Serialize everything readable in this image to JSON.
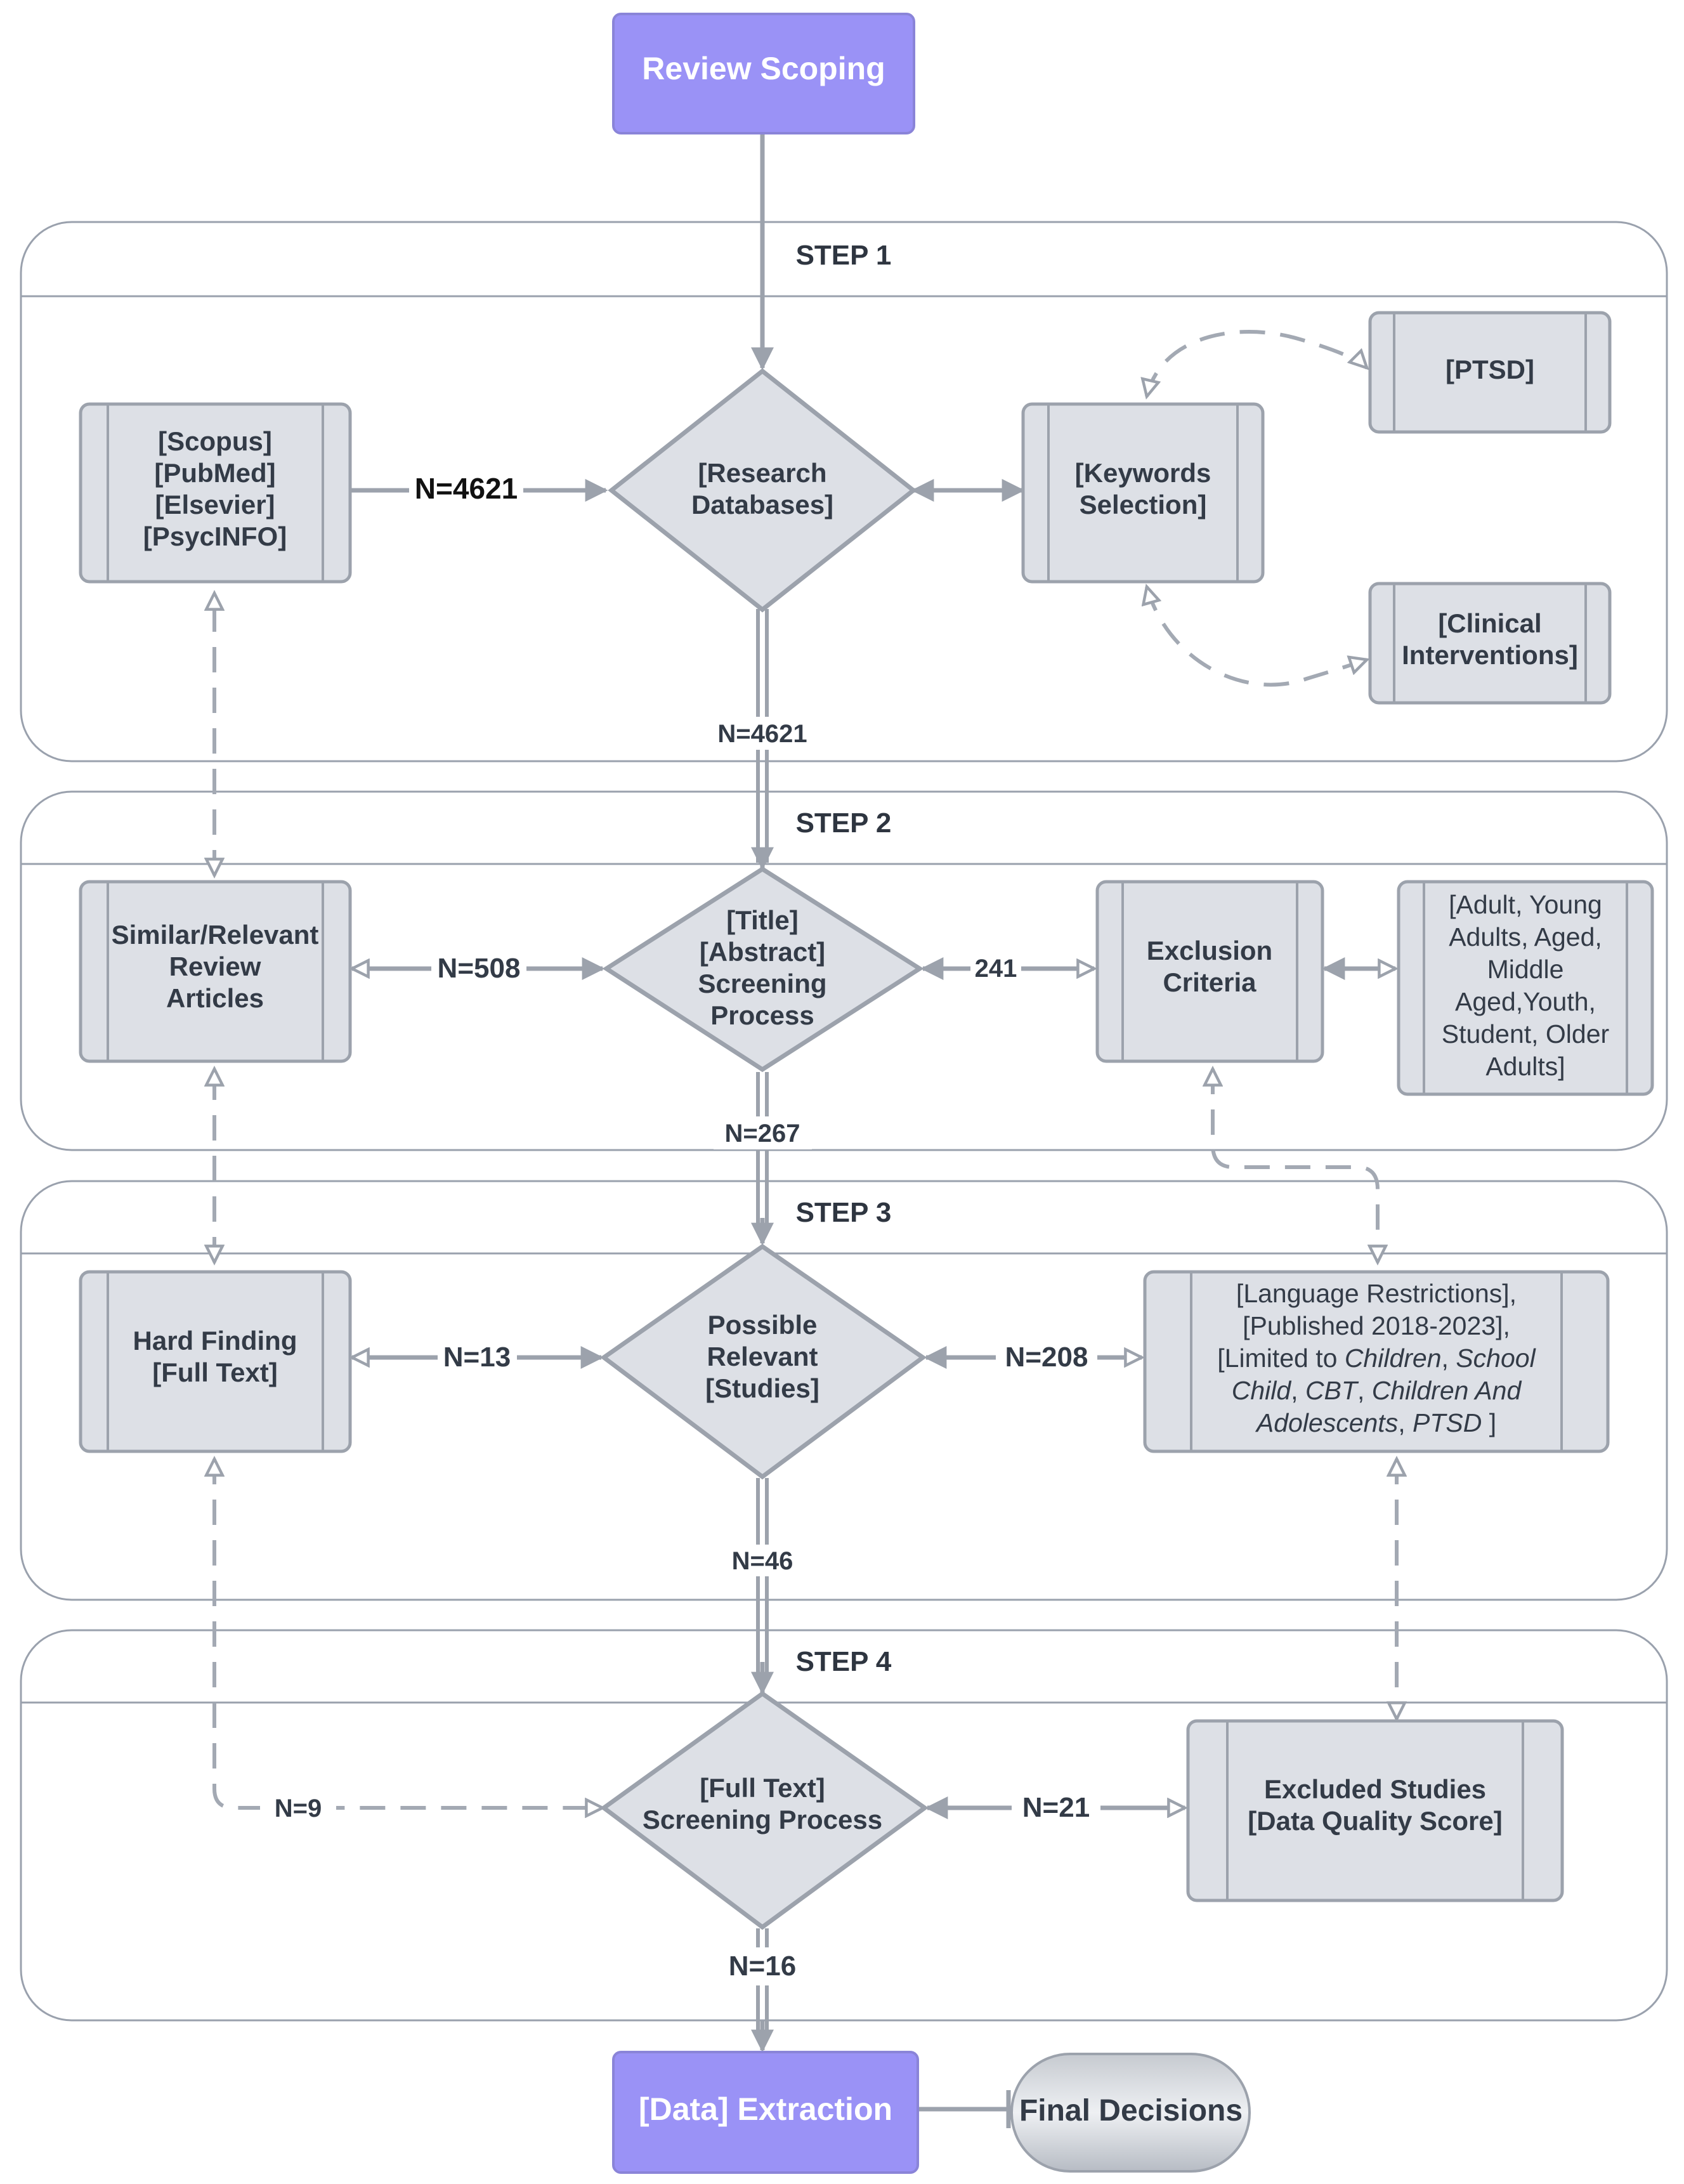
{
  "start_node": "Review Scoping",
  "end_node": "[Data] Extraction",
  "final_node": "Final Decisions",
  "steps": [
    "STEP 1",
    "STEP 2",
    "STEP 3",
    "STEP 4"
  ],
  "step1": {
    "sources": [
      "[Scopus]",
      "[PubMed]",
      "[Elsevier]",
      "[PsycINFO]"
    ],
    "research_databases": [
      "[Research",
      "Databases]"
    ],
    "keywords_selection": [
      "[Keywords",
      "Selection]"
    ],
    "keyword_ptsd": "[PTSD]",
    "keyword_clinical": [
      "[Clinical",
      "Interventions]"
    ],
    "edge_sources": "N=4621",
    "edge_down": "N=4621"
  },
  "step2": {
    "similar_articles": [
      "Similar/Relevant",
      "Review",
      "Articles"
    ],
    "screening": [
      "[Title]",
      "[Abstract]",
      "Screening",
      "Process"
    ],
    "exclusion": [
      "Exclusion",
      "Criteria"
    ],
    "exclusion_groups": [
      "[Adult, Young",
      "Adults, Aged,",
      "Middle",
      "Aged,Youth,",
      "Student, Older",
      "Adults]"
    ],
    "edge_similar": "N=508",
    "edge_exclusion": "241",
    "edge_down": "N=267"
  },
  "step3": {
    "hard_finding": [
      "Hard Finding",
      "[Full Text]"
    ],
    "possible": [
      "Possible",
      "Relevant",
      "[Studies]"
    ],
    "restrictions": {
      "line1": "[Language Restrictions],",
      "line2": "[Published 2018-2023],",
      "line3_prefix": "[Limited to ",
      "line3_italic_a": "Children",
      "line3_sep": ", ",
      "line3_italic_b": "School",
      "line4_italic_a": "Child",
      "line4_sep1": ", ",
      "line4_italic_b": "CBT",
      "line4_sep2": ", ",
      "line4_italic_c": "Children And",
      "line5_italic_a": "Adolescents",
      "line5_sep": ", ",
      "line5_italic_b": "PTSD",
      "line5_suffix": " ]"
    },
    "edge_hard": "N=13",
    "edge_restrictions": "N=208",
    "edge_down": "N=46"
  },
  "step4": {
    "full_text_screening": [
      "[Full Text]",
      "Screening Process"
    ],
    "excluded_studies": [
      "Excluded Studies",
      "[Data Quality Score]"
    ],
    "edge_hard": "N=9",
    "edge_excluded": "N=21",
    "edge_down": "N=16"
  }
}
